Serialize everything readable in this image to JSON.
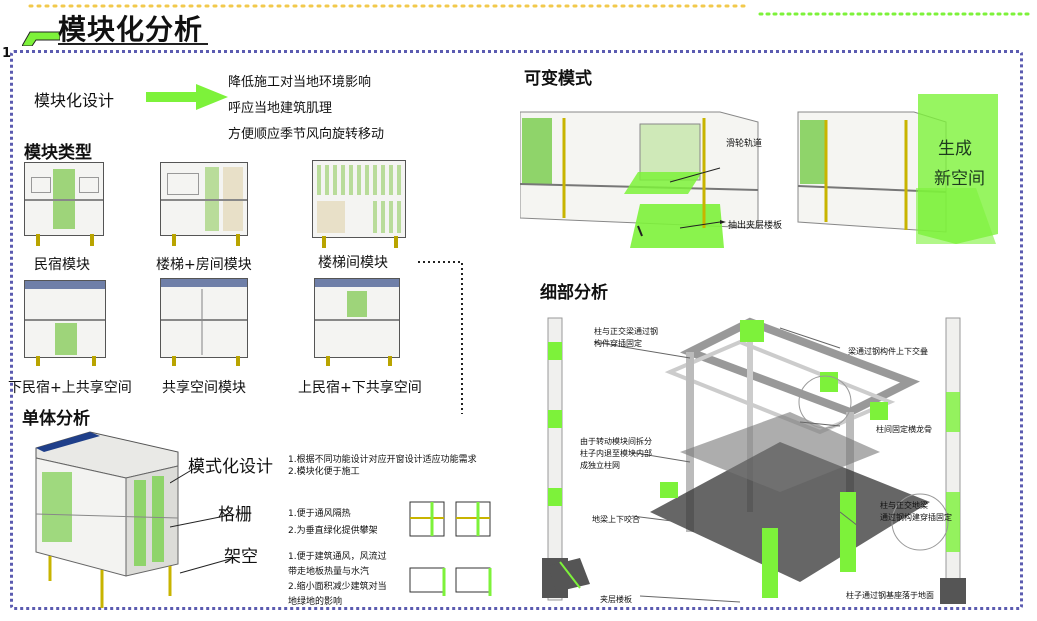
{
  "header": {
    "title": "模块化分析",
    "section_number": "1"
  },
  "intro": {
    "label": "模块化设计",
    "points": [
      "降低施工对当地环境影响",
      "呼应当地建筑肌理",
      "方便顺应季节风向旋转移动"
    ]
  },
  "module_types": {
    "heading": "模块类型",
    "items": [
      "民宿模块",
      "楼梯+房间模块",
      "楼梯间模块",
      "下民宿+上共享空间",
      "共享空间模块",
      "上民宿+下共享空间"
    ]
  },
  "unit_analysis": {
    "heading": "单体分析",
    "features": [
      {
        "name": "模式化设计",
        "notes": [
          "1.根据不同功能设计对应开窗设计适应功能需求",
          "2.模块化便于施工"
        ]
      },
      {
        "name": "格栅",
        "notes": [
          "1.便于通风隔热",
          "2.为垂直绿化提供攀架"
        ]
      },
      {
        "name": "架空",
        "notes": [
          "1.便于建筑通风，风流过",
          "带走地板热量与水汽",
          "2.缩小面积减少建筑对当",
          "地绿地的影响"
        ]
      }
    ]
  },
  "variable_mode": {
    "heading": "可变模式",
    "labels": [
      "滑轮轨道",
      "抽出夹层楼板"
    ],
    "generated": [
      "生成",
      "新空间"
    ]
  },
  "detail_analysis": {
    "heading": "细部分析",
    "notes": [
      [
        "柱与正交梁通过钢",
        "构件穿插固定"
      ],
      [
        "梁通过钢构件上下交叠"
      ],
      [
        "柱间固定横龙骨"
      ],
      [
        "由于转动模块间拆分",
        "柱子内退至模块内部",
        "成独立柱网"
      ],
      [
        "柱与正交地梁",
        "通过钢构建穿插固定"
      ],
      [
        "地梁上下咬合"
      ],
      [
        "夹层楼板"
      ],
      [
        "柱子通过钢基座落于地面"
      ]
    ]
  },
  "colors": {
    "accent": "#7df23a",
    "frame": "#5b5bb0",
    "header_dots": "#f2c94c"
  }
}
